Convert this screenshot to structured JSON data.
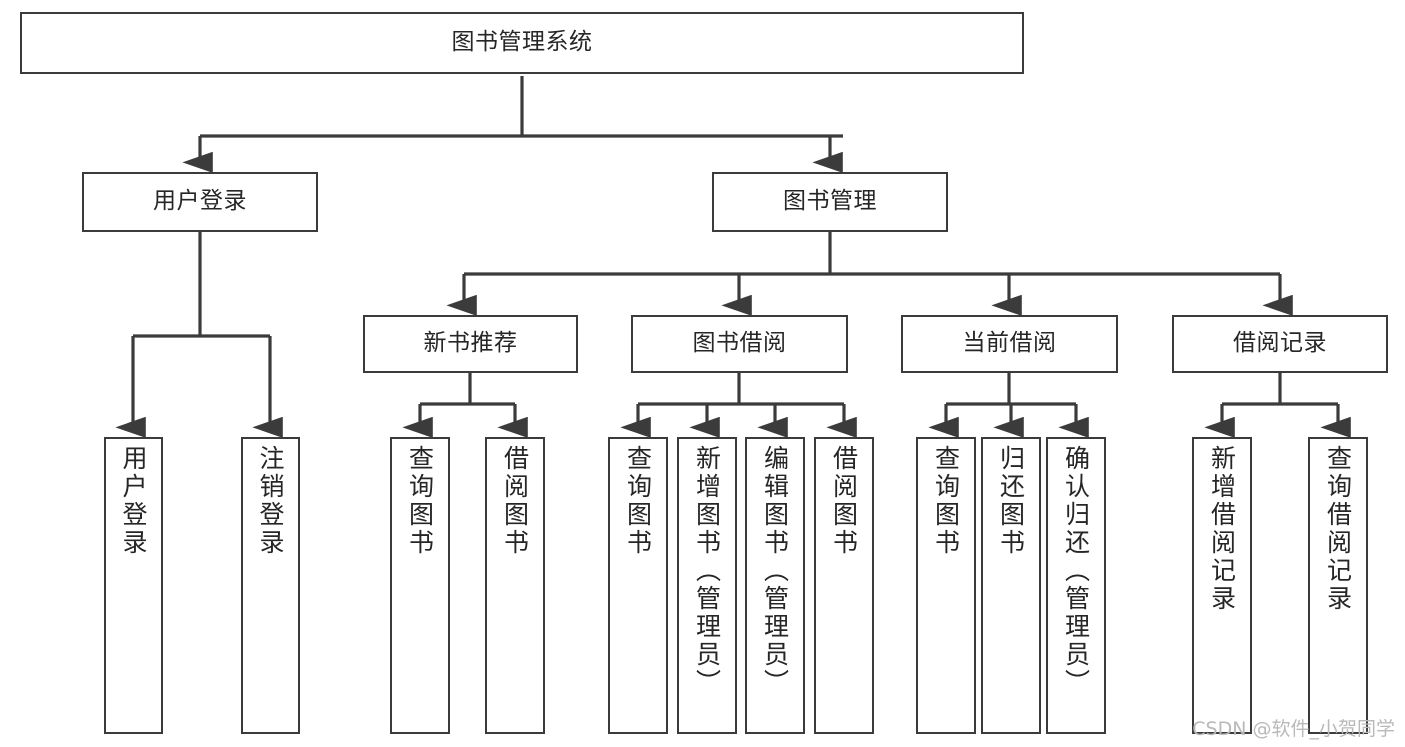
{
  "diagram": {
    "type": "tree-hierarchy-chart",
    "title": "图书管理系统",
    "orientation": "top-down",
    "line_color": "#3b3b3b",
    "box_fill": "#ffffff",
    "text_color": "#262626",
    "nodes": {
      "root": {
        "label": "图书管理系统",
        "level": 0
      },
      "user_login": {
        "label": "用户登录",
        "level": 1
      },
      "book_manage": {
        "label": "图书管理",
        "level": 1
      },
      "new_book_rec": {
        "label": "新书推荐",
        "level": 2
      },
      "book_borrow": {
        "label": "图书借阅",
        "level": 2
      },
      "current_borrow": {
        "label": "当前借阅",
        "level": 2
      },
      "borrow_record": {
        "label": "借阅记录",
        "level": 2
      },
      "leaf_user_login": {
        "label": "用户登录",
        "level": 2
      },
      "leaf_logout": {
        "label": "注销登录",
        "level": 2
      },
      "leaf_query_book_1": {
        "label": "查询图书",
        "level": 3
      },
      "leaf_borrow_book_1": {
        "label": "借阅图书",
        "level": 3
      },
      "leaf_query_book_2": {
        "label": "查询图书",
        "level": 3
      },
      "leaf_add_book": {
        "label": "新增图书（管理员）",
        "level": 3
      },
      "leaf_edit_book": {
        "label": "编辑图书（管理员）",
        "level": 3
      },
      "leaf_borrow_book_2": {
        "label": "借阅图书",
        "level": 3
      },
      "leaf_query_book_3": {
        "label": "查询图书",
        "level": 3
      },
      "leaf_return_book": {
        "label": "归还图书",
        "level": 3
      },
      "leaf_confirm_return": {
        "label": "确认归还（管理员）",
        "level": 3
      },
      "leaf_add_record": {
        "label": "新增借阅记录",
        "level": 3
      },
      "leaf_query_record": {
        "label": "查询借阅记录",
        "level": 3
      }
    },
    "edges": [
      {
        "from": "root",
        "to": "user_login"
      },
      {
        "from": "root",
        "to": "book_manage"
      },
      {
        "from": "user_login",
        "to": "leaf_user_login"
      },
      {
        "from": "user_login",
        "to": "leaf_logout"
      },
      {
        "from": "book_manage",
        "to": "new_book_rec"
      },
      {
        "from": "book_manage",
        "to": "book_borrow"
      },
      {
        "from": "book_manage",
        "to": "current_borrow"
      },
      {
        "from": "book_manage",
        "to": "borrow_record"
      },
      {
        "from": "new_book_rec",
        "to": "leaf_query_book_1"
      },
      {
        "from": "new_book_rec",
        "to": "leaf_borrow_book_1"
      },
      {
        "from": "book_borrow",
        "to": "leaf_query_book_2"
      },
      {
        "from": "book_borrow",
        "to": "leaf_add_book"
      },
      {
        "from": "book_borrow",
        "to": "leaf_edit_book"
      },
      {
        "from": "book_borrow",
        "to": "leaf_borrow_book_2"
      },
      {
        "from": "current_borrow",
        "to": "leaf_query_book_3"
      },
      {
        "from": "current_borrow",
        "to": "leaf_return_book"
      },
      {
        "from": "current_borrow",
        "to": "leaf_confirm_return"
      },
      {
        "from": "borrow_record",
        "to": "leaf_add_record"
      },
      {
        "from": "borrow_record",
        "to": "leaf_query_record"
      }
    ]
  },
  "watermark": {
    "text": "CSDN @软件_小贺同学"
  }
}
